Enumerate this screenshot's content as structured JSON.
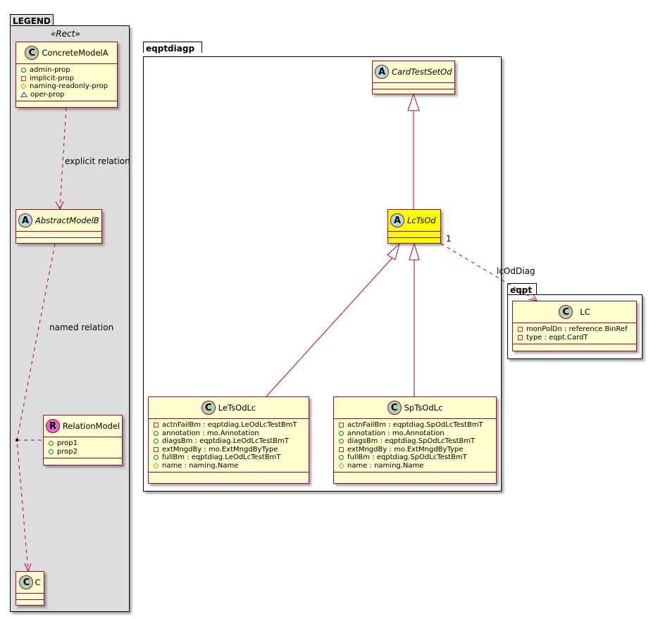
{
  "legend": {
    "package_name": "LEGEND",
    "stereotype": "«Rect»",
    "concrete_model": {
      "name": "ConcreteModelA",
      "spot": "C",
      "attributes": [
        {
          "visibility": "public",
          "text": "admin-prop"
        },
        {
          "visibility": "private",
          "text": "implicit-prop"
        },
        {
          "visibility": "protected",
          "text": "naming-readonly-prop"
        },
        {
          "visibility": "package",
          "text": "oper-prop"
        }
      ]
    },
    "explicit_relation_label": "explicit relation",
    "abstract_model": {
      "name": "AbstractModelB",
      "spot": "A"
    },
    "named_relation_label": "named relation",
    "relation_model": {
      "name": "RelationModel",
      "spot": "R",
      "attributes": [
        {
          "visibility": "public",
          "text": "prop1"
        },
        {
          "visibility": "public",
          "text": "prop2"
        }
      ]
    },
    "target_model": {
      "name": "C",
      "spot": "C"
    }
  },
  "eqptdiagp": {
    "package_name": "eqptdiagp",
    "card_test_set": {
      "name": "CardTestSetOd",
      "spot": "A"
    },
    "lc_ts_od": {
      "name": "LcTsOd",
      "spot": "A",
      "highlight_color": "#ffff00"
    },
    "le_ts_od_lc": {
      "name": "LeTsOdLc",
      "spot": "C",
      "attributes": [
        {
          "visibility": "private",
          "text": "actnFailBm : eqptdiag.LeOdLcTestBmT"
        },
        {
          "visibility": "public",
          "text": "annotation : mo.Annotation"
        },
        {
          "visibility": "public",
          "text": "diagsBm : eqptdiag.LeOdLcTestBmT"
        },
        {
          "visibility": "private",
          "text": "extMngdBy : mo.ExtMngdByType"
        },
        {
          "visibility": "public",
          "text": "fullBm : eqptdiag.LeOdLcTestBmT"
        },
        {
          "visibility": "protected",
          "text": "name : naming.Name"
        }
      ]
    },
    "sp_ts_od_lc": {
      "name": "SpTsOdLc",
      "spot": "C",
      "attributes": [
        {
          "visibility": "private",
          "text": "actnFailBm : eqptdiag.SpOdLcTestBmT"
        },
        {
          "visibility": "public",
          "text": "annotation : mo.Annotation"
        },
        {
          "visibility": "public",
          "text": "diagsBm : eqptdiag.SpOdLcTestBmT"
        },
        {
          "visibility": "private",
          "text": "extMngdBy : mo.ExtMngdByType"
        },
        {
          "visibility": "public",
          "text": "fullBm : eqptdiag.SpOdLcTestBmT"
        },
        {
          "visibility": "protected",
          "text": "name : naming.Name"
        }
      ]
    }
  },
  "eqpt": {
    "package_name": "eqpt",
    "lc": {
      "name": "LC",
      "spot": "C",
      "attributes": [
        {
          "visibility": "private",
          "text": "monPolDn : reference.BinRef"
        },
        {
          "visibility": "private",
          "text": "type : eqpt.CardT"
        }
      ]
    }
  },
  "relation": {
    "multiplicity": "1",
    "label": "lcOdDiag"
  },
  "colors": {
    "border": "#a80036",
    "class_fill": "#fefece",
    "legend_fill": "#dddddd",
    "highlight": "#ffff00"
  }
}
